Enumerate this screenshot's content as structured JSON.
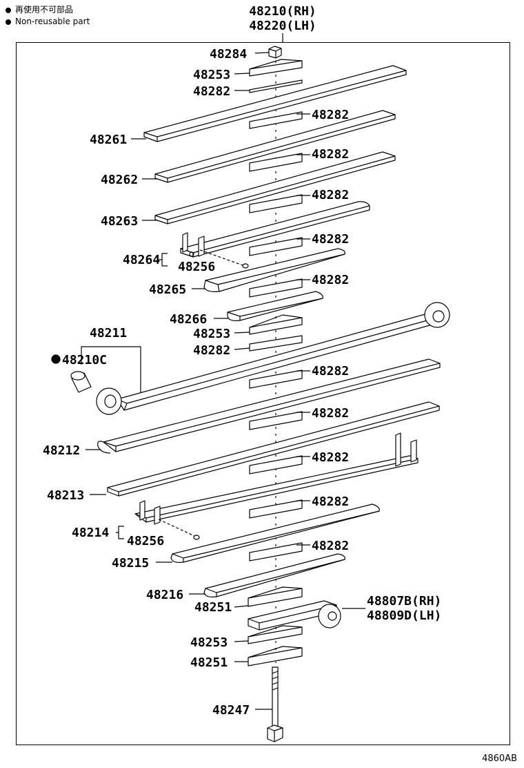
{
  "legend": {
    "line1": "再使用不可部品",
    "line2": "Non-reusable part"
  },
  "title": {
    "rh": "48210(RH)",
    "lh": "48220(LH)"
  },
  "figure_code": "4860AB",
  "parts": {
    "p48284": "48284",
    "p48253_top": "48253",
    "p48282_top": "48282",
    "p48282_a": "48282",
    "p48261": "48261",
    "p48282_b": "48282",
    "p48262": "48262",
    "p48282_c": "48282",
    "p48263": "48263",
    "p48282_d": "48282",
    "p48264": "48264",
    "p48256_a": "48256",
    "p48282_e": "48282",
    "p48265": "48265",
    "p48266": "48266",
    "p48253_mid": "48253",
    "p48282_mid": "48282",
    "p48211": "48211",
    "p48210C": "48210C",
    "p48282_f": "48282",
    "p48282_g": "48282",
    "p48212": "48212",
    "p48282_h": "48282",
    "p48213": "48213",
    "p48282_i": "48282",
    "p48214": "48214",
    "p48256_b": "48256",
    "p48282_j": "48282",
    "p48215": "48215",
    "p48216": "48216",
    "p48251_a": "48251",
    "p48807B": "48807B(RH)",
    "p48809D": "48809D(LH)",
    "p48253_bot": "48253",
    "p48251_b": "48251",
    "p48247": "48247"
  }
}
